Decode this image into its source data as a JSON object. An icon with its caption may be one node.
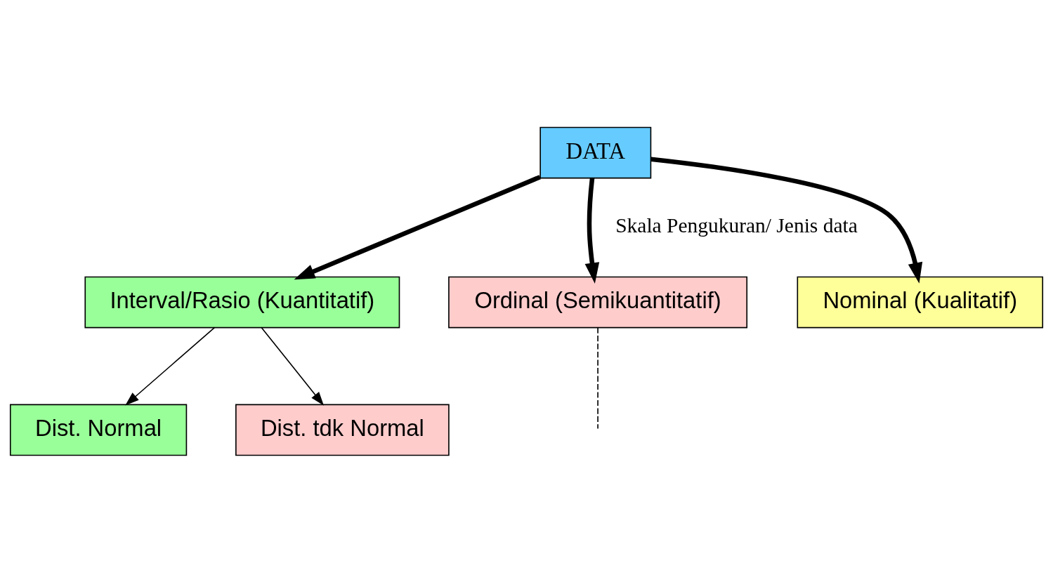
{
  "diagram": {
    "nodes": [
      {
        "text": [
          "DATA"
        ]
      },
      {
        "text": [
          "Interval/Rasio (Kuantitatif)"
        ]
      },
      {
        "text": [
          "Ordinal (Semikuantitatif)"
        ]
      },
      {
        "text": [
          "Nominal (Kualitatif)"
        ]
      },
      {
        "text": [
          "Dist. Normal"
        ]
      },
      {
        "text": [
          "Dist. tdk Normal"
        ]
      }
    ],
    "edges": [
      {
        "from": 0,
        "to": 1,
        "arrow": "to",
        "style": "thick"
      },
      {
        "from": 0,
        "to": 2,
        "arrow": "to",
        "style": "thick",
        "label": "Skala Pengukuran/ Jenis data"
      },
      {
        "from": 0,
        "to": 3,
        "arrow": "to",
        "style": "thick"
      },
      {
        "from": 1,
        "to": 4,
        "arrow": "to"
      },
      {
        "from": 1,
        "to": 5,
        "arrow": "to"
      },
      {
        "from": 2,
        "to": null,
        "arrow": "none",
        "style": "dashed"
      }
    ]
  }
}
